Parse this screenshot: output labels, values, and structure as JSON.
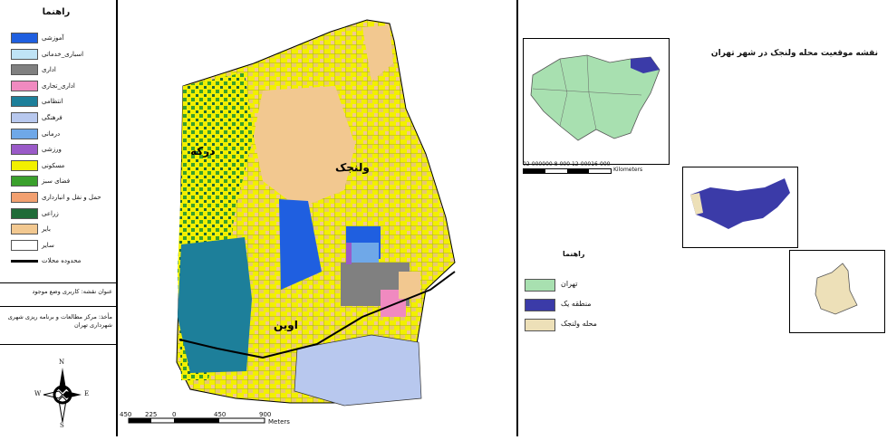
{
  "legend": {
    "title": "راهنما",
    "items": [
      {
        "label": "آموزشی",
        "color": "#1f5fe0"
      },
      {
        "label": "اسباری_خدماتی",
        "color": "#bfe3f5"
      },
      {
        "label": "اداری",
        "color": "#808080"
      },
      {
        "label": "اداری_تجاری",
        "color": "#f08ac0"
      },
      {
        "label": "انتظامی",
        "color": "#1d7f9a"
      },
      {
        "label": "فرهنگی",
        "color": "#b8c8ee"
      },
      {
        "label": "درمانی",
        "color": "#6fa8e8"
      },
      {
        "label": "ورزشی",
        "color": "#9a5ac8"
      },
      {
        "label": "مسکونی",
        "color": "#f2f000"
      },
      {
        "label": "فضای سبز",
        "color": "#3aa02c"
      },
      {
        "label": "حمل و نقل و انبارداری",
        "color": "#f2a070"
      },
      {
        "label": "زراعی",
        "color": "#1f6b38"
      },
      {
        "label": "بایر",
        "color": "#f2c890"
      },
      {
        "label": "سایر",
        "color": "#ffffff"
      },
      {
        "label": "محدوده محلات",
        "color": "#000000",
        "is_line": true
      }
    ],
    "map_title_line": "عنوان نقشه: کاربری وضع موجود",
    "source_line": "مأخذ: مرکز مطالعات و برنامه ریزی شهری شهرداری تهران",
    "north": {
      "n": "N",
      "s": "S",
      "e": "E",
      "w": "W"
    }
  },
  "main_map": {
    "label_valenjak": "ولنجک",
    "label_darakeh": "درکه",
    "label_evin": "اوین",
    "scale_ticks": [
      "450",
      "225",
      "0",
      "450",
      "900"
    ],
    "scale_unit": "Meters"
  },
  "locator": {
    "title": "نقشه موقعیت محله ولنجک در شهر تهران",
    "scale_text": "02-000000 8-000 12-00016-000",
    "scale_unit": "Kilometers",
    "legend_title": "راهنما",
    "legend_items": [
      {
        "label": "تهران",
        "color": "#a8e0b0"
      },
      {
        "label": "منطقه یک",
        "color": "#3b3ba8"
      },
      {
        "label": "محله ولنجک",
        "color": "#ede0b8"
      }
    ]
  }
}
